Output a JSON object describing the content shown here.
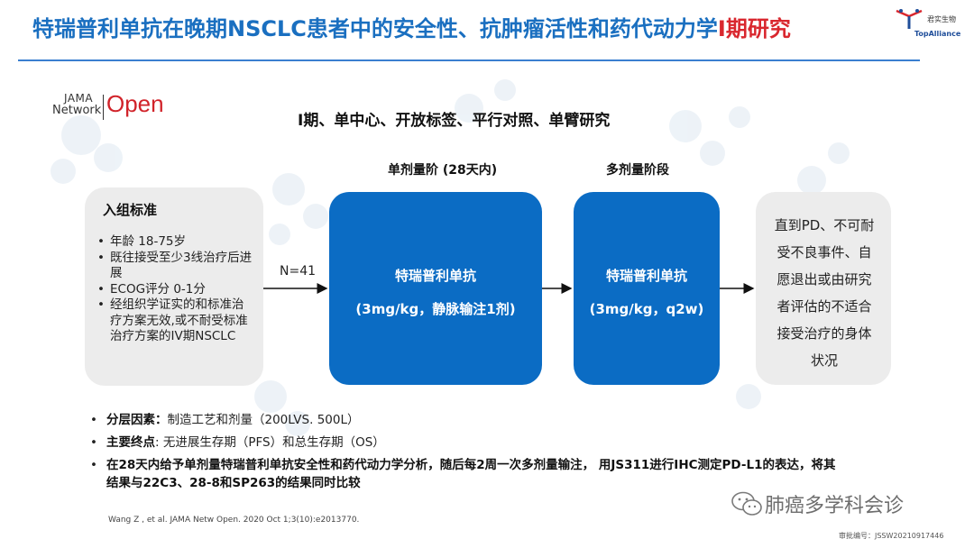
{
  "header": {
    "title_main": "特瑞普利单抗在晚期NSCLC患者中的安全性、抗肿瘤活性和药代动力学",
    "title_accent": "Ⅰ期研究",
    "brand_cn": "君实生物",
    "brand_en": "TopAlliance"
  },
  "journal": {
    "line1": "JAMA",
    "line2": "Network",
    "open": "Open"
  },
  "design_label": "Ⅰ期、单中心、开放标签、平行对照、单臂研究",
  "phases": {
    "single": "单剂量阶 (28天内)",
    "multiple": "多剂量阶段"
  },
  "inclusion": {
    "title": "入组标准",
    "items": [
      "年龄 18-75岁",
      "既往接受至少3线治疗后进展",
      "ECOG评分 0-1分",
      "经组织学证实的和标准治疗方案无效,或不耐受标准治疗方案的IV期NSCLC"
    ]
  },
  "enrollment": "N=41",
  "single_dose": {
    "drug": "特瑞普利单抗",
    "scheme": "(3mg/kg，静脉输注1剂)"
  },
  "multi_dose": {
    "drug": "特瑞普利单抗",
    "scheme": "(3mg/kg，q2w)"
  },
  "endpoint_box": "直到PD、不可耐受不良事件、自愿退出或由研究者评估的不适合接受治疗的身体状况",
  "notes": [
    {
      "label": "分层因素：",
      "text": "制造工艺和剂量（200LVS. 500L）"
    },
    {
      "label": "主要终点",
      "text": ": 无进展生存期（PFS）和总生存期（OS）"
    },
    {
      "label": "",
      "text": "在28天内给予单剂量特瑞普利单抗安全性和药代动力学分析，随后每2周一次多剂量输注， 用JS311进行IHC测定PD-L1的表达，将其结果与22C3、28-8和SP263的结果同时比较"
    }
  ],
  "reference": "Wang Z , et al. JAMA  Netw Open. 2020 Oct 1;3(10):e2013770.",
  "watermark": "肺癌多学科会诊",
  "approval": "审批编号：JSSW20210917446",
  "colors": {
    "title_blue": "#1a6fc0",
    "accent_red": "#d9272e",
    "box_blue": "#0b6cc4",
    "box_grey": "#ececec"
  }
}
